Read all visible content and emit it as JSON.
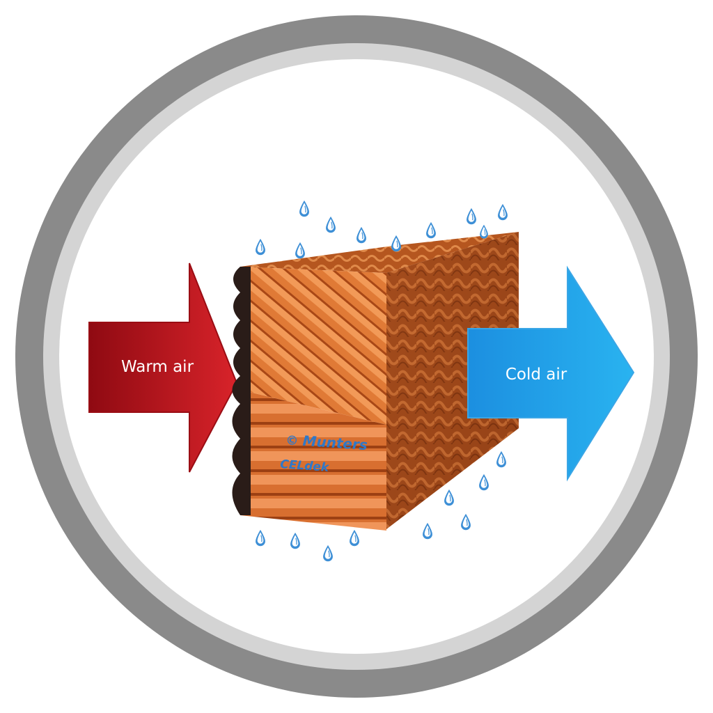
{
  "diagram": {
    "warm_arrow": {
      "label": "Warm air"
    },
    "cold_arrow": {
      "label": "Cold air"
    },
    "pad": {
      "brand": "Munters",
      "product": "CELdek"
    },
    "droplet_icon": "water-drop-icon",
    "colors": {
      "ring_outer": "#8a8a8a",
      "ring_inner": "#d4d4d4",
      "warm_dark": "#8f0a12",
      "warm_light": "#d8232a",
      "cold_dark": "#1c8fe0",
      "cold_light": "#29b3f0",
      "pad_orange": "#e07a36",
      "pad_dark": "#8a3a12",
      "water": "#3d8fd6",
      "brand_text": "#2f78c8"
    }
  }
}
